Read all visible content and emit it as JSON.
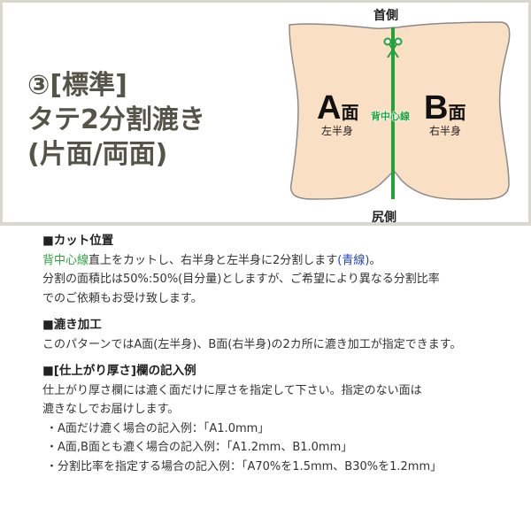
{
  "title": {
    "line1": "③[標準]",
    "line2": "タテ2分割漉き",
    "line3": "(片面/両面)"
  },
  "diagram": {
    "top_label": "首側",
    "bottom_label": "尻側",
    "face_a": {
      "letter": "A",
      "men": "面",
      "sub": "左半身"
    },
    "face_b": {
      "letter": "B",
      "men": "面",
      "sub": "右半身"
    },
    "center_line_label": "背中心線",
    "icons": [
      "scissors-icon"
    ],
    "colors": {
      "hide": "#f9dfc4",
      "cut_line": "#22a33a",
      "outline": "#888888"
    }
  },
  "sections": {
    "cut": {
      "heading": "■カット位置",
      "line1_green": "背中心線",
      "line1_mid": "直上をカットし、右半身と左半身に2分割します",
      "line1_blue": "(青線)",
      "line1_end": "。",
      "line2": "分割の面積比は50%:50%(目分量)としますが、ご希望により異なる分割比率",
      "line3": "でのご依頼もお受け致します。"
    },
    "skiving": {
      "heading": "■漉き加工",
      "line1": "このパターンではA面(左半身)、B面(右半身)の2カ所に漉き加工が指定できます。"
    },
    "thickness": {
      "heading": "■[仕上がり厚さ]欄の記入例",
      "line1": "仕上がり厚さ欄には漉く面だけに厚さを指定して下さい。指定のない面は",
      "line2": "漉きなしでお届けします。",
      "examples": [
        "・A面だけ漉く場合の記入例：「A1.0mm」",
        "・A面,B面とも漉く場合の記入例：「A1.2mm、B1.0mm」",
        "・分割比率を指定する場合の記入例：「A70%を1.5mm、B30%を1.2mm」"
      ]
    }
  }
}
